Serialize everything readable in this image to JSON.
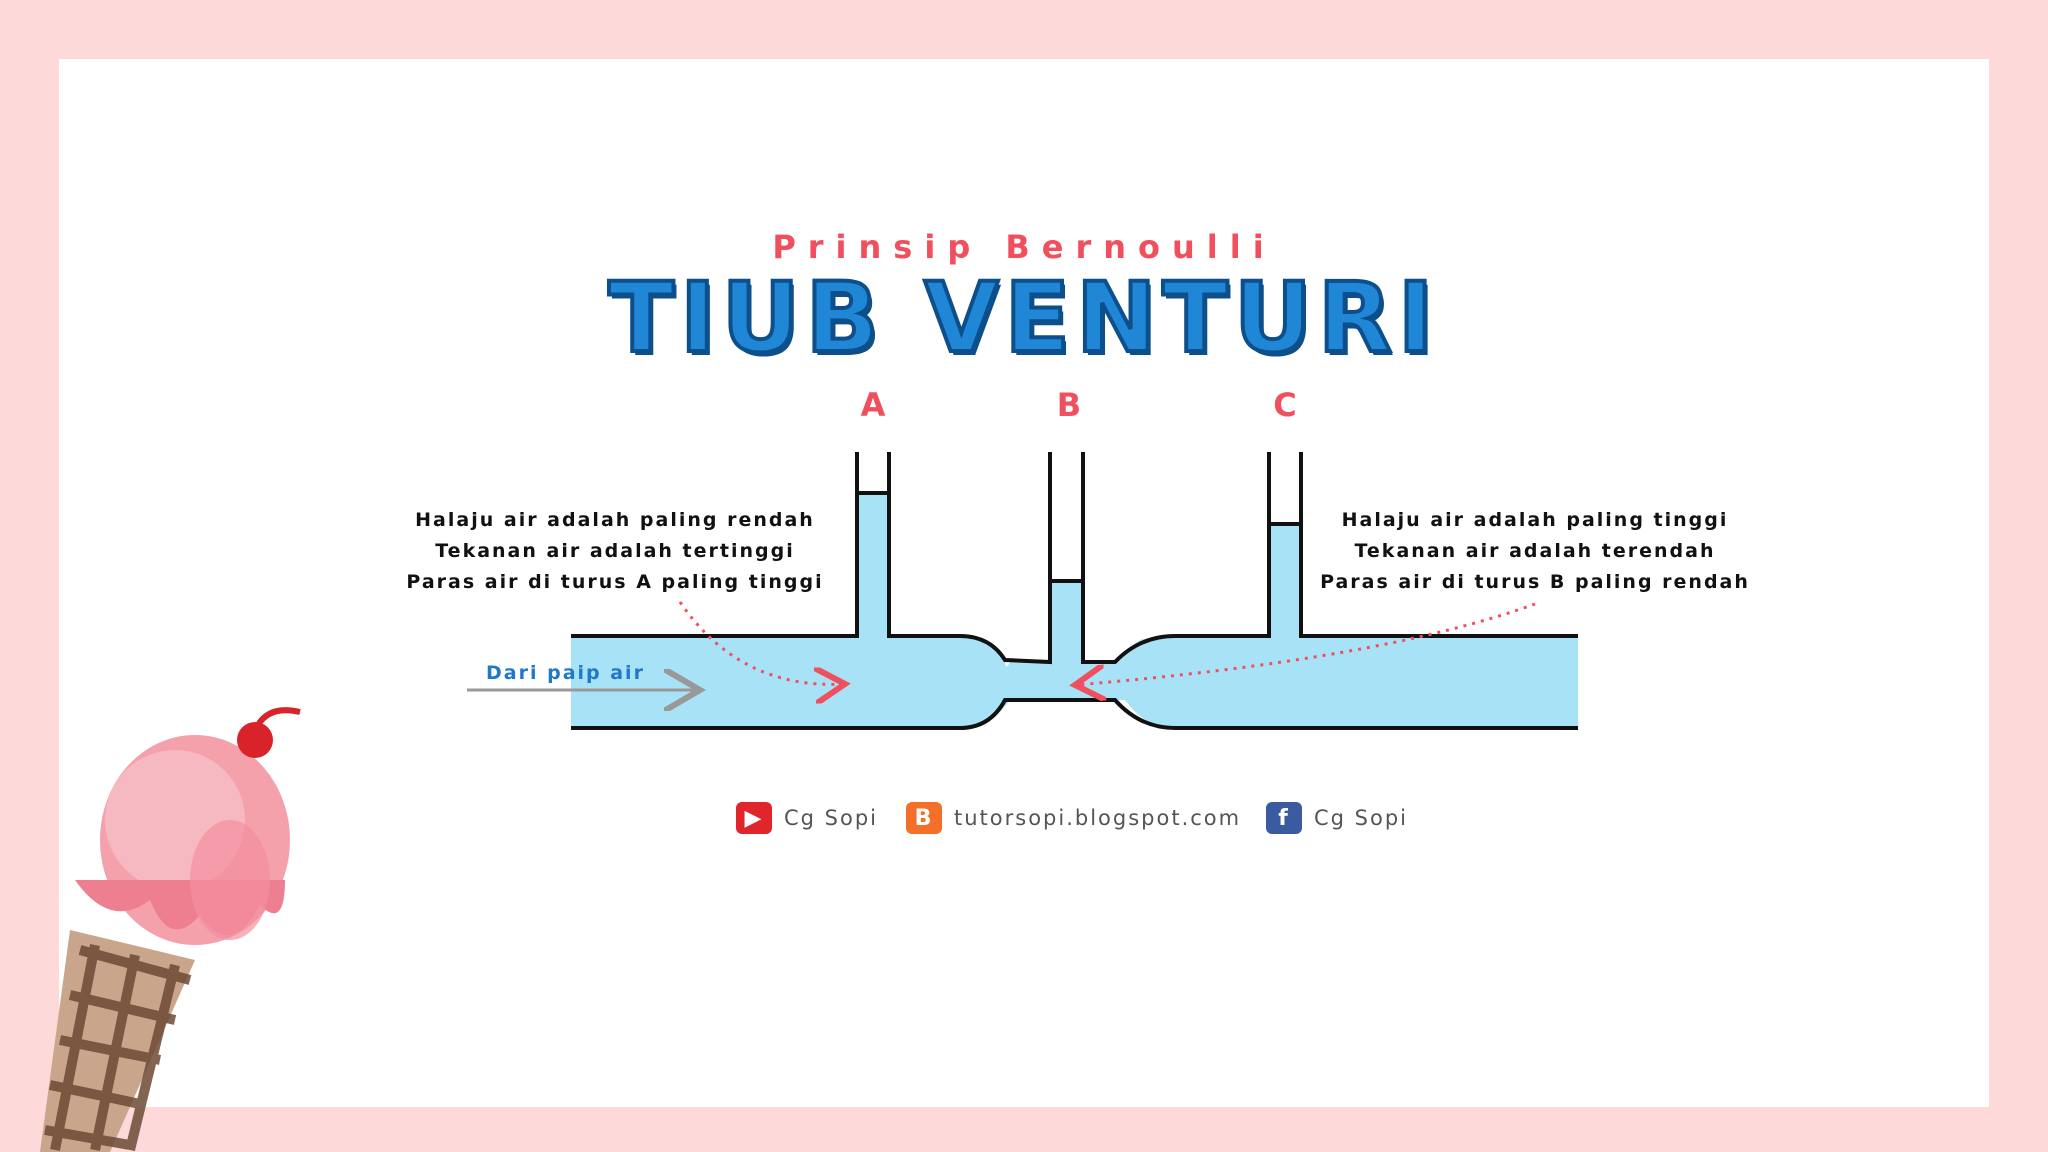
{
  "header": {
    "subtitle": "Prinsip Bernoulli",
    "title": "TIUB VENTURI"
  },
  "tubes": {
    "a_label": "A",
    "b_label": "B",
    "c_label": "C"
  },
  "left_note": {
    "line1": "Halaju air adalah paling rendah",
    "line2": "Tekanan air adalah tertinggi",
    "line3": "Paras air di turus A paling tinggi"
  },
  "right_note": {
    "line1": "Halaju air adalah paling tinggi",
    "line2": "Tekanan air adalah terendah",
    "line3": "Paras air di turus B paling rendah"
  },
  "flow": {
    "label": "Dari paip air"
  },
  "footer": {
    "youtube_label": "Cg Sopi",
    "blog_label": "tutorsopi.blogspot.com",
    "facebook_label": "Cg Sopi"
  },
  "colors": {
    "background": "#fdd9d9",
    "water": "#a8e2f7",
    "accent_red": "#f0505e",
    "title_blue": "#1f87d6"
  }
}
